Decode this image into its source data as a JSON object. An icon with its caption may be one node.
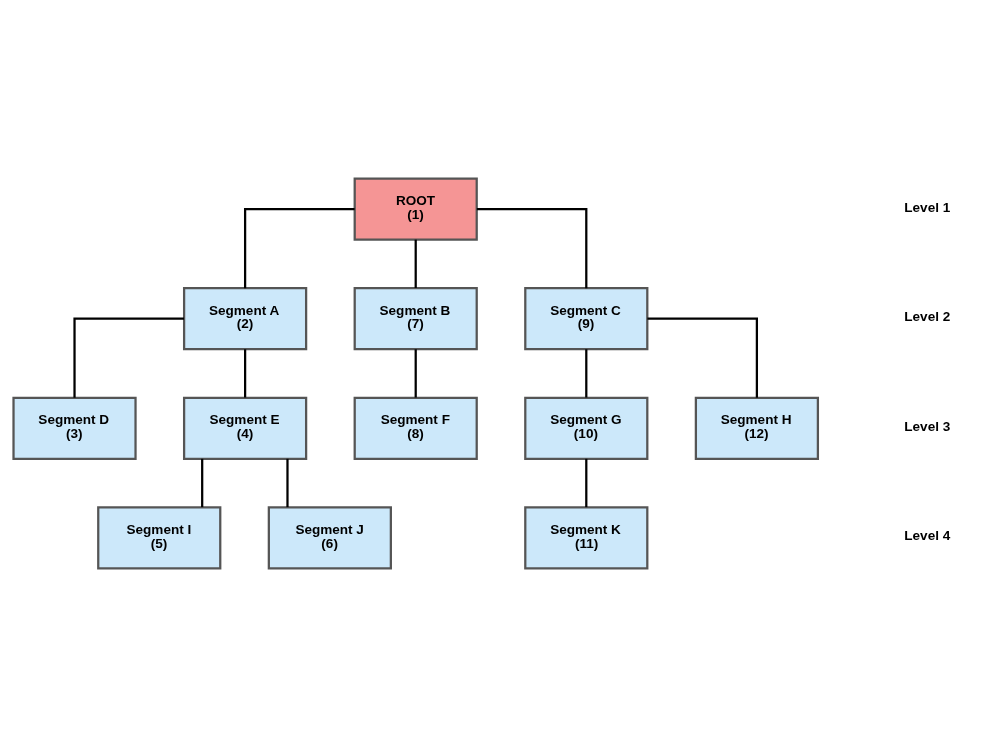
{
  "diagram": {
    "nodes": [
      {
        "text": [
          "ROOT",
          "(1)"
        ]
      },
      {
        "text": [
          "Segment A",
          "(2)"
        ]
      },
      {
        "text": [
          "Segment B",
          "(7)"
        ]
      },
      {
        "text": [
          "Segment C",
          "(9)"
        ]
      },
      {
        "text": [
          "Segment D",
          "(3)"
        ]
      },
      {
        "text": [
          "Segment E",
          "(4)"
        ]
      },
      {
        "text": [
          "Segment F",
          "(8)"
        ]
      },
      {
        "text": [
          "Segment G",
          "(10)"
        ]
      },
      {
        "text": [
          "Segment H",
          "(12)"
        ]
      },
      {
        "text": [
          "Segment I",
          "(5)"
        ]
      },
      {
        "text": [
          "Segment J",
          "(6)"
        ]
      },
      {
        "text": [
          "Segment K",
          "(11)"
        ]
      }
    ],
    "edges": [
      {
        "from": 0,
        "to": 1,
        "arrow": "none"
      },
      {
        "from": 0,
        "to": 2,
        "arrow": "none"
      },
      {
        "from": 0,
        "to": 3,
        "arrow": "none"
      },
      {
        "from": 1,
        "to": 4,
        "arrow": "none"
      },
      {
        "from": 1,
        "to": 5,
        "arrow": "none"
      },
      {
        "from": 2,
        "to": 6,
        "arrow": "none"
      },
      {
        "from": 3,
        "to": 7,
        "arrow": "none"
      },
      {
        "from": 3,
        "to": 8,
        "arrow": "none"
      },
      {
        "from": 5,
        "to": 9,
        "arrow": "none"
      },
      {
        "from": 5,
        "to": 10,
        "arrow": "none"
      },
      {
        "from": 7,
        "to": 11,
        "arrow": "none"
      }
    ],
    "labels": [
      "Level 1",
      "Level 2",
      "Level 3",
      "Level 4"
    ]
  }
}
